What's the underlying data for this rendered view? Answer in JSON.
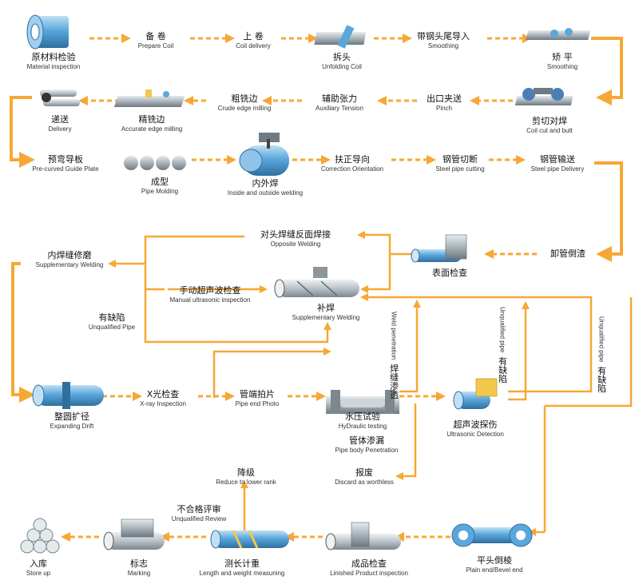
{
  "colors": {
    "arrow": "#f6a834",
    "arrow_light": "#f9c97a",
    "pipe": "#5aa7dc",
    "pipe_dark": "#2f6f9f",
    "machine": "#8d969c"
  },
  "steps": {
    "s1": {
      "zh": "原材料检验",
      "en": "Material inspection",
      "icon": "coil-icon"
    },
    "s2": {
      "zh": "备 卷",
      "en": "Prepare   Coil"
    },
    "s3": {
      "zh": "上 卷",
      "en": "Coil   delivery"
    },
    "s4": {
      "zh": "拆头",
      "en": "Unfolding Coil",
      "icon": "uncoiler-icon"
    },
    "s5": {
      "zh": "带钢头尾导入",
      "en": "Smoothing"
    },
    "s6": {
      "zh": "矫 平",
      "en": "Smoothing",
      "icon": "leveler-icon"
    },
    "s7": {
      "zh": "剪切对焊",
      "en": "Coil cut and butt",
      "icon": "shear-weld-icon"
    },
    "s8": {
      "zh": "出口夹送",
      "en": "Pinch"
    },
    "s9": {
      "zh": "辅助张力",
      "en": "Auxiliary Tension"
    },
    "s10": {
      "zh": "粗铣边",
      "en": "Crude edge milling"
    },
    "s11": {
      "zh": "精铣边",
      "en": "Accurate edge milling",
      "icon": "milling-icon"
    },
    "s12": {
      "zh": "递送",
      "en": "Delivery",
      "icon": "delivery-rollers-icon"
    },
    "s13": {
      "zh": "预弯导板",
      "en": "Pre-curved Guide Plate"
    },
    "s14": {
      "zh": "成型",
      "en": "Pipe Molding",
      "icon": "forming-rollers-icon"
    },
    "s15": {
      "zh": "内外焊",
      "en": "Inside and outside welding",
      "icon": "welding-machine-icon"
    },
    "s16": {
      "zh": "扶正导向",
      "en": "Correction Orientation"
    },
    "s17": {
      "zh": "钢管切断",
      "en": "Steel pipe cutting"
    },
    "s18": {
      "zh": "钢管输送",
      "en": "Steel pipe Delivery"
    },
    "s19": {
      "zh": "卸管倒渣",
      "en": ""
    },
    "s20": {
      "zh": "表面检查",
      "en": "",
      "icon": "surface-check-icon"
    },
    "s21": {
      "zh": "对头焊缝反面焊接",
      "en": "Opposite Welding"
    },
    "s22": {
      "zh": "内焊缝修磨",
      "en": "Supplementary Welding"
    },
    "s23": {
      "zh": "手动超声波检查",
      "en": "Manual ultrasonic inspection"
    },
    "s24": {
      "zh": "补焊",
      "en": "Supplementary Welding",
      "icon": "repair-weld-icon"
    },
    "s25": {
      "zh": "有缺陷",
      "en": "Unqualified Pipe"
    },
    "s26": {
      "zh": "整圆扩径",
      "en": "Expanding Drift",
      "icon": "expander-icon"
    },
    "s27": {
      "zh": "X光检查",
      "en": "X-ray Inspection"
    },
    "s28": {
      "zh": "管端拍片",
      "en": "Pipe end Photo"
    },
    "s29": {
      "zh": "水压试验",
      "en": "HyDraulic testing",
      "icon": "hydro-tester-icon"
    },
    "s30": {
      "zh": "管体渗漏",
      "en": "Pipe body Penetration"
    },
    "s31": {
      "zh": "超声波探伤",
      "en": "Ultrasonic Detection",
      "icon": "ultrasonic-icon"
    },
    "s32": {
      "zh": "报废",
      "en": "Discard as worthless"
    },
    "s33": {
      "zh": "降级",
      "en": "Reduce to lower rank"
    },
    "s34": {
      "zh": "不合格评审",
      "en": "Unqualified Review"
    },
    "s35": {
      "zh": "平头倒棱",
      "en": "Plain end/Bevel end",
      "icon": "beveling-icon"
    },
    "s36": {
      "zh": "成品检查",
      "en": "Linished Product inspection",
      "icon": "final-check-icon"
    },
    "s37": {
      "zh": "测长计重",
      "en": "Length and weight measuning",
      "icon": "measuring-icon"
    },
    "s38": {
      "zh": "标志",
      "en": "Marking",
      "icon": "marking-icon"
    },
    "s39": {
      "zh": "入库",
      "en": "Store up",
      "icon": "pipe-stack-icon"
    }
  },
  "vertical": {
    "v1": {
      "zh": "焊缝渗透",
      "en": "Weld penetration"
    },
    "v2": {
      "zh": "有缺陷",
      "en": "Unqualified pipe"
    },
    "v3": {
      "zh": "有缺陷",
      "en": "Unqualified pipe"
    }
  }
}
